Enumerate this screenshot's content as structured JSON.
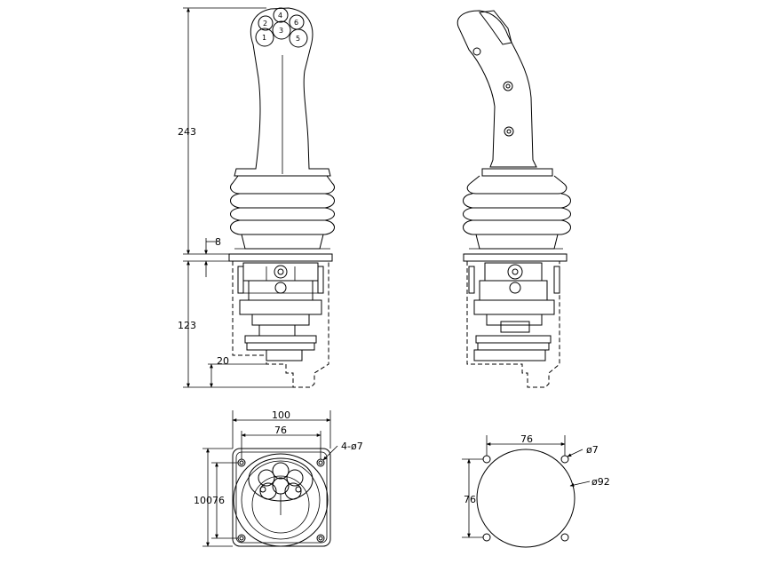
{
  "front_view": {
    "buttons": [
      "1",
      "2",
      "3",
      "4",
      "5",
      "6"
    ],
    "dims": {
      "height_total": "243",
      "flange": "8",
      "body": "123",
      "base": "20"
    }
  },
  "bottom_view": {
    "dims": {
      "width_outer": "100",
      "width_inner": "76",
      "height_combo": "10076",
      "holes": "4-ø7"
    }
  },
  "cutout": {
    "dims": {
      "spacing_x": "76",
      "spacing_y": "76",
      "hole": "ø7",
      "center": "ø92"
    }
  }
}
